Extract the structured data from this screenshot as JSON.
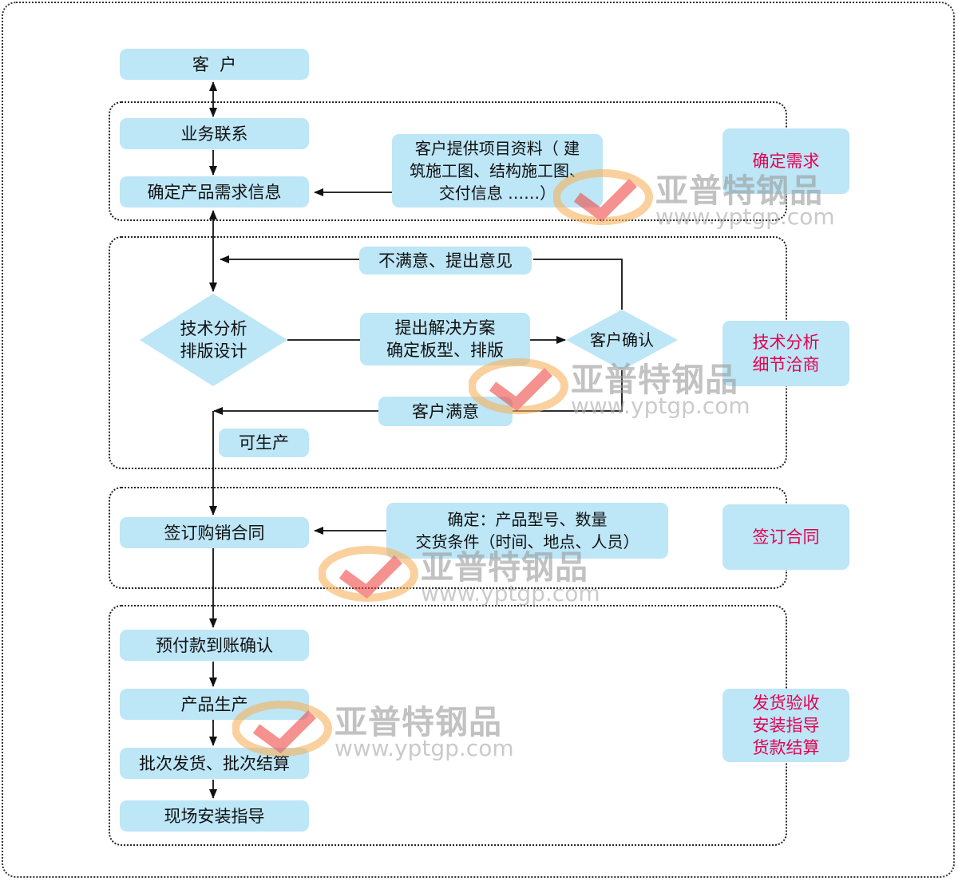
{
  "nodes": {
    "customer": "客  户",
    "contact": "业务联系",
    "confirm_info": "确定产品需求信息",
    "client_materials": [
      "客户提供项目资料（ 建",
      "筑施工图、结构施工图、",
      "交付信息 ……）"
    ],
    "unsatisfied": "不满意、提出意见",
    "tech_analysis": [
      "技术分析",
      "排版设计"
    ],
    "solution": [
      "提出解决方案",
      "确定板型、排版"
    ],
    "client_confirm": "客户确认",
    "satisfied": "客户满意",
    "can_produce": "可生产",
    "sign_contract": "签订购销合同",
    "contract_terms": [
      "确定：产品型号、数量",
      "交货条件（时间、地点、人员）"
    ],
    "prepayment": "预付款到账确认",
    "production": "产品生产",
    "shipping": "批次发货、批次结算",
    "installation": "现场安装指导"
  },
  "stages": {
    "stage1": "确定需求",
    "stage2": [
      "技术分析",
      "细节洽商"
    ],
    "stage3": "签订合同",
    "stage4": [
      "发货验收",
      "安装指导",
      "货款结算"
    ]
  },
  "watermark": {
    "brand": "亚普特钢品",
    "url": "www.yptgp.com"
  },
  "colors": {
    "box_fill": "#bde6f7",
    "stage_text": "#e5004f",
    "line": "#111111"
  }
}
